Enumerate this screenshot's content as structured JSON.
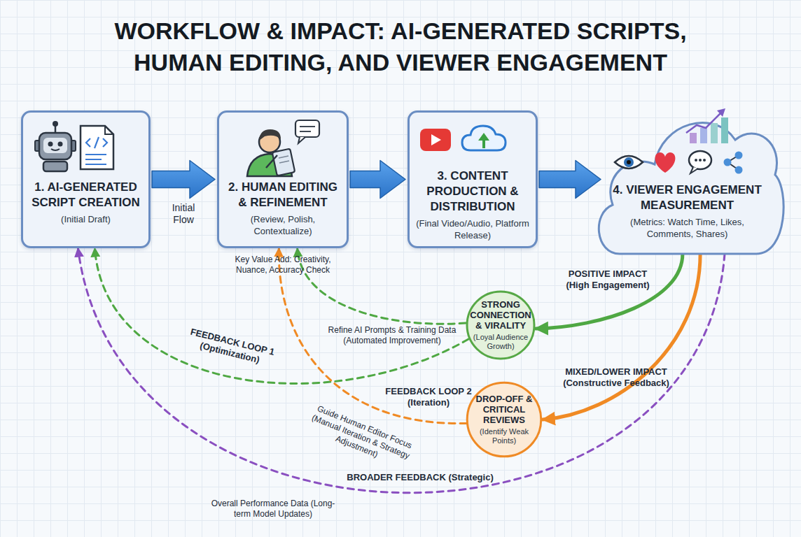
{
  "diagram": {
    "title": "WORKFLOW & IMPACT: AI-GENERATED SCRIPTS, HUMAN EDITING, AND VIEWER ENGAGEMENT",
    "nodes": [
      {
        "text": [
          "1. AI-GENERATED SCRIPT CREATION",
          "(Initial Draft)"
        ]
      },
      {
        "text": [
          "2. HUMAN EDITING & REFINEMENT",
          "(Review, Polish, Contextualize)"
        ]
      },
      {
        "text": [
          "3. CONTENT PRODUCTION & DISTRIBUTION",
          "(Final Video/Audio, Platform Release)"
        ]
      },
      {
        "text": [
          "4. VIEWER ENGAGEMENT MEASUREMENT",
          "(Metrics: Watch Time, Likes, Comments, Shares)"
        ]
      },
      {
        "text": [
          "STRONG CONNECTION & VIRALITY",
          "(Loyal Audience Growth)"
        ]
      },
      {
        "text": [
          "DROP-OFF & CRITICAL REVIEWS",
          "(Identify Weak Points)"
        ]
      }
    ],
    "edges": [
      {
        "from": 0,
        "to": 1,
        "label": "Initial Flow",
        "arrow": "to"
      },
      {
        "from": 1,
        "to": 2,
        "arrow": "to"
      },
      {
        "from": 2,
        "to": 3,
        "arrow": "to"
      },
      {
        "from": 3,
        "to": 4,
        "label": "POSITIVE IMPACT (High Engagement)",
        "arrow": "to"
      },
      {
        "from": 3,
        "to": 5,
        "label": "MIXED/LOWER IMPACT (Constructive Feedback)",
        "arrow": "to"
      },
      {
        "from": 4,
        "to": 0,
        "label": "FEEDBACK LOOP 1 (Optimization)",
        "arrow": "to"
      },
      {
        "from": 4,
        "to": 1,
        "label": "Refine AI Prompts & Training Data (Automated Improvement)",
        "arrow": "to"
      },
      {
        "from": 5,
        "to": 1,
        "label": "FEEDBACK LOOP 2 (Iteration)",
        "arrow": "to"
      },
      {
        "from": 3,
        "to": 0,
        "label": "BROADER FEEDBACK (Strategic)",
        "arrow": "to"
      }
    ],
    "labels": [
      "Key Value Add: Creativity, Nuance, Accuracy Check",
      "Guide Human Editor Focus (Manual Iteration & Strategy Adjustment)",
      "Overall Performance Data (Long-term Model Updates)"
    ]
  }
}
